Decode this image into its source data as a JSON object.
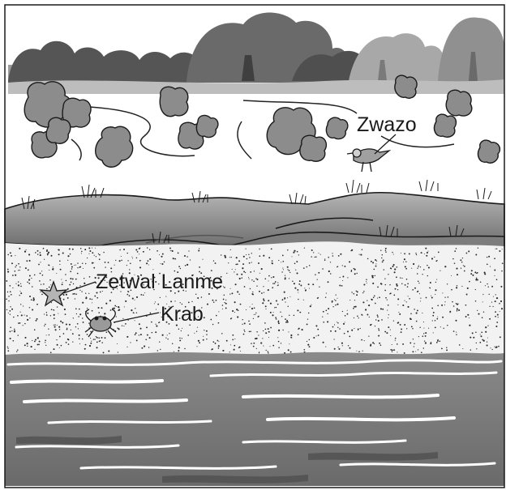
{
  "labels": {
    "bird": "Zwazo",
    "starfish": "Zetwal Lanme",
    "crab": "Krab"
  },
  "colors": {
    "background": "#ffffff",
    "ink": "#1a1a1a",
    "distant_trees": "#5a5a5a",
    "light_trees": "#a8a8a8",
    "shrubs": "#8c8c8c",
    "dunes": "#8f8f8f",
    "sand": "#f2f2f2",
    "water": "#767676"
  }
}
